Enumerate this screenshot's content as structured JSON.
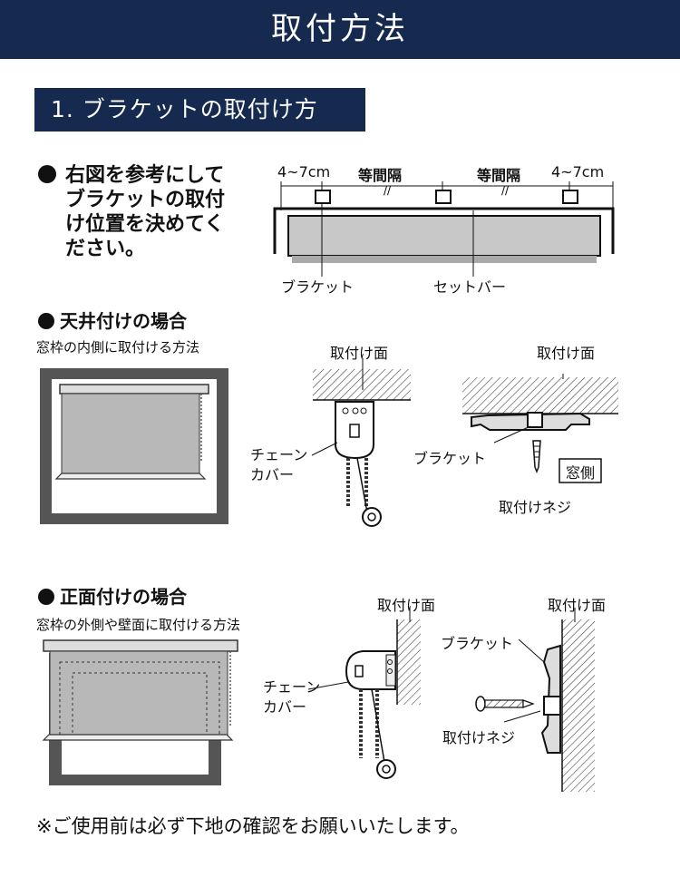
{
  "header": {
    "title": "取付方法"
  },
  "section": {
    "title": "1. ブラケットの取付け方"
  },
  "intro": {
    "text": "右図を参考にしてブラケットの取付け位置を決めてください。"
  },
  "top_diagram": {
    "dim_left": "4~7cm",
    "dim_mid1": "等間隔",
    "dim_mid2": "等間隔",
    "dim_right": "4~7cm",
    "label_bracket": "ブラケット",
    "label_setbar": "セットバー"
  },
  "ceiling": {
    "heading": "天井付けの場合",
    "subtitle": "窓枠の内側に取付ける方法",
    "surface_label_1": "取付け面",
    "surface_label_2": "取付け面",
    "chain_cover_1": "チェーン",
    "chain_cover_2": "カバー",
    "bracket_label": "ブラケット",
    "window_side": "窓側",
    "screw_label": "取付けネジ"
  },
  "front": {
    "heading": "正面付けの場合",
    "subtitle": "窓枠の外側や壁面に取付ける方法",
    "surface_label_1": "取付け面",
    "surface_label_2": "取付け面",
    "chain_cover_1": "チェーン",
    "chain_cover_2": "カバー",
    "bracket_label": "ブラケット",
    "screw_label": "取付けネジ"
  },
  "footer": {
    "note": "※ご使用前は必ず下地の確認をお願いいたします。"
  },
  "colors": {
    "navy": "#152a4e",
    "shade_gray": "#c8c8c8",
    "frame_gray": "#555555"
  }
}
